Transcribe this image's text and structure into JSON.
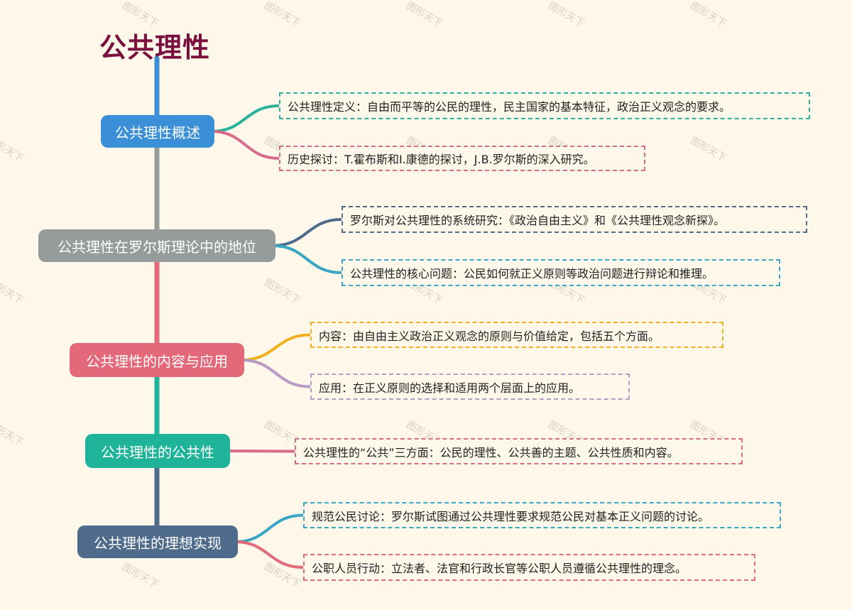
{
  "title": "公共理性",
  "colors": {
    "title": "#7a0f3e",
    "background": "#fdf8e9"
  },
  "branches": [
    {
      "label": "公共理性概述",
      "color": "#3a8fd6",
      "leaves": [
        {
          "text": "公共理性定义：自由而平等的公民的理性，民主国家的基本特征，政治正义观念的要求。",
          "color": "#2ab39a"
        },
        {
          "text": "历史探讨：T.霍布斯和I.康德的探讨，J.B.罗尔斯的深入研究。",
          "color": "#d96b8a"
        }
      ]
    },
    {
      "label": "公共理性在罗尔斯理论中的地位",
      "color": "#959c9b",
      "leaves": [
        {
          "text": "罗尔斯对公共理性的系统研究：《政治自由主义》和《公共理性观念新探》。",
          "color": "#4e6b8c"
        },
        {
          "text": "公共理性的核心问题：公民如何就正义原则等政治问题进行辩论和推理。",
          "color": "#3aa6c4"
        }
      ]
    },
    {
      "label": "公共理性的内容与应用",
      "color": "#e2687a",
      "leaves": [
        {
          "text": "内容：由自由主义政治正义观念的原则与价值给定，包括五个方面。",
          "color": "#f2b01e"
        },
        {
          "text": "应用：在正义原则的选择和适用两个层面上的应用。",
          "color": "#b89ac4"
        }
      ]
    },
    {
      "label": "公共理性的公共性",
      "color": "#1fb39a",
      "leaves": [
        {
          "text": "公共理性的“公共”三方面：公民的理性、公共善的主题、公共性质和内容。",
          "color": "#d96b8a"
        }
      ]
    },
    {
      "label": "公共理性的理想实现",
      "color": "#4e6b8c",
      "leaves": [
        {
          "text": "规范公民讨论：罗尔斯试图通过公共理性要求规范公民对基本正义问题的讨论。",
          "color": "#3aa6c4"
        },
        {
          "text": "公职人员行动：立法者、法官和行政长官等公职人员遵循公共理性的理念。",
          "color": "#e26b7a"
        }
      ]
    }
  ],
  "watermark": "图形天下"
}
